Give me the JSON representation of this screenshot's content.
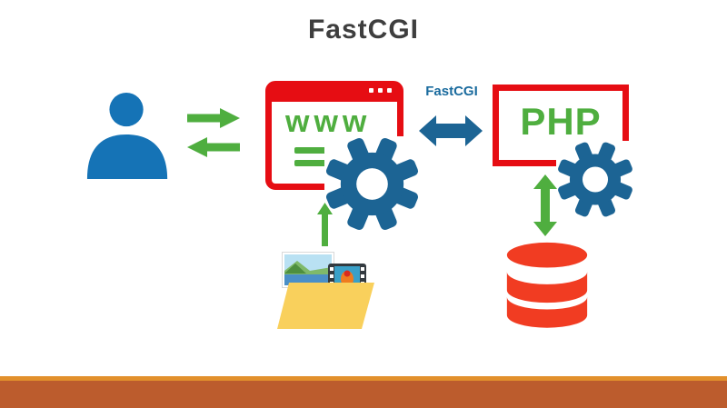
{
  "title": "FastCGI",
  "diagram": {
    "web_server": {
      "label": "www"
    },
    "php_server": {
      "label": "PHP"
    },
    "connector_label": "FastCGI"
  },
  "colors": {
    "red": "#e60d13",
    "green": "#4fae3f",
    "teal": "#1c6494",
    "teal_text": "#1a6b9e",
    "person_blue": "#1573b6",
    "db_red": "#f13c22",
    "folder_yellow": "#f9d05c",
    "title_gray": "#3e3e3e",
    "footer_stripe": "#e2902c",
    "footer_bar": "#bc5c2d"
  }
}
